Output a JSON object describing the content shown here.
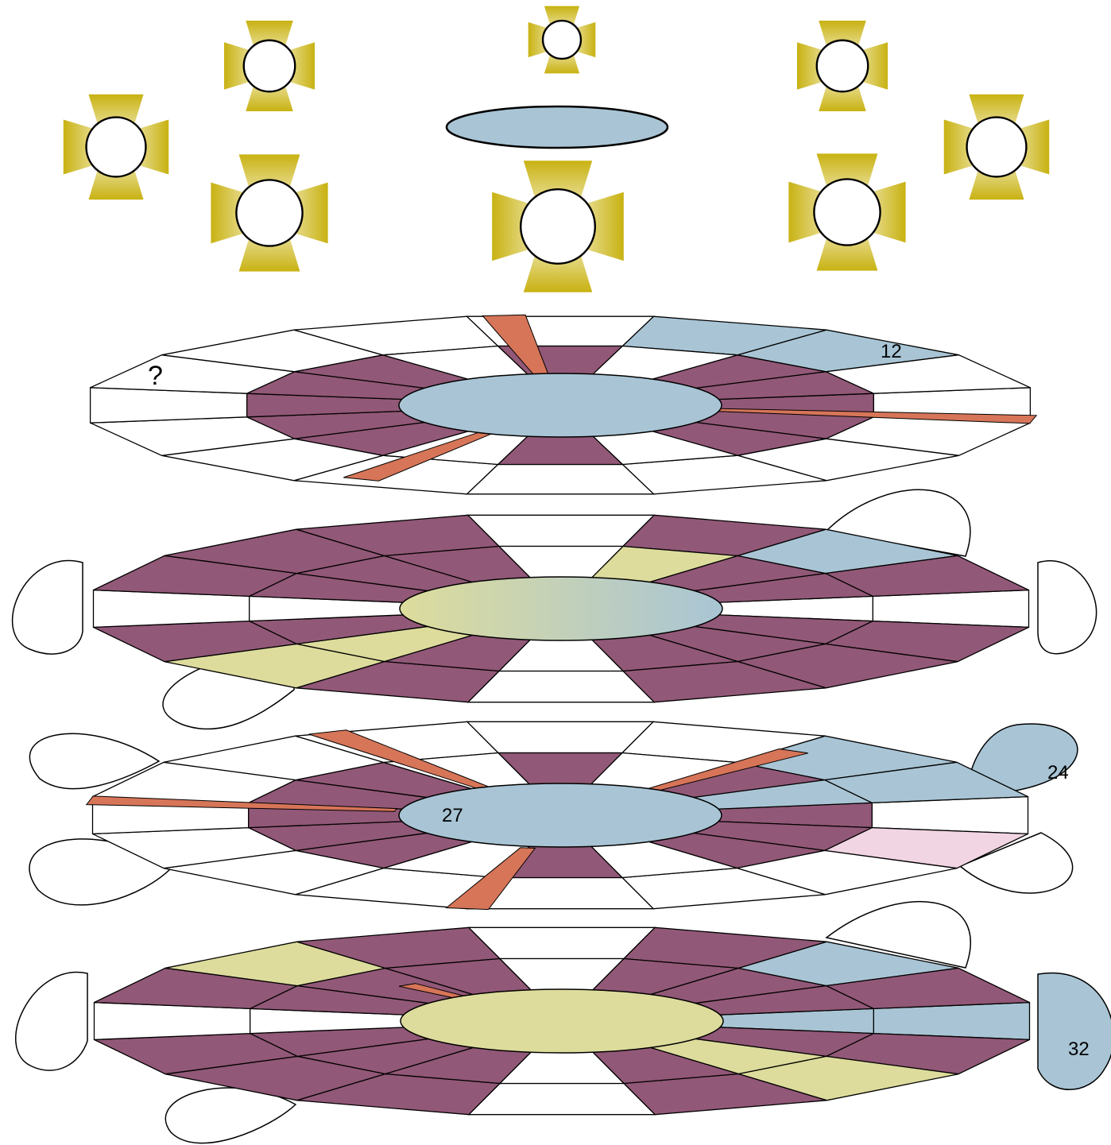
{
  "colors": {
    "purple": "#925877",
    "blue": "#a9c5d5",
    "yellow": "#dddc9c",
    "pink": "#f1d5e2",
    "orange": "#d77558",
    "gold": "#c8b212",
    "gold_light": "#f2eab8",
    "stroke": "#000000"
  },
  "lights": [
    {
      "name": "top-center"
    },
    {
      "name": "upper-left"
    },
    {
      "name": "upper-right"
    },
    {
      "name": "far-left"
    },
    {
      "name": "far-right"
    },
    {
      "name": "left"
    },
    {
      "name": "center"
    },
    {
      "name": "right"
    }
  ],
  "discs": [
    {
      "name": "disc-1",
      "labels": [
        {
          "id": "question",
          "text": "?"
        },
        {
          "id": "n12",
          "text": "12"
        }
      ]
    },
    {
      "name": "disc-2",
      "labels": []
    },
    {
      "name": "disc-3",
      "labels": [
        {
          "id": "n27",
          "text": "27"
        },
        {
          "id": "n24",
          "text": "24"
        }
      ]
    },
    {
      "name": "disc-4",
      "labels": [
        {
          "id": "n32",
          "text": "32"
        }
      ]
    }
  ]
}
